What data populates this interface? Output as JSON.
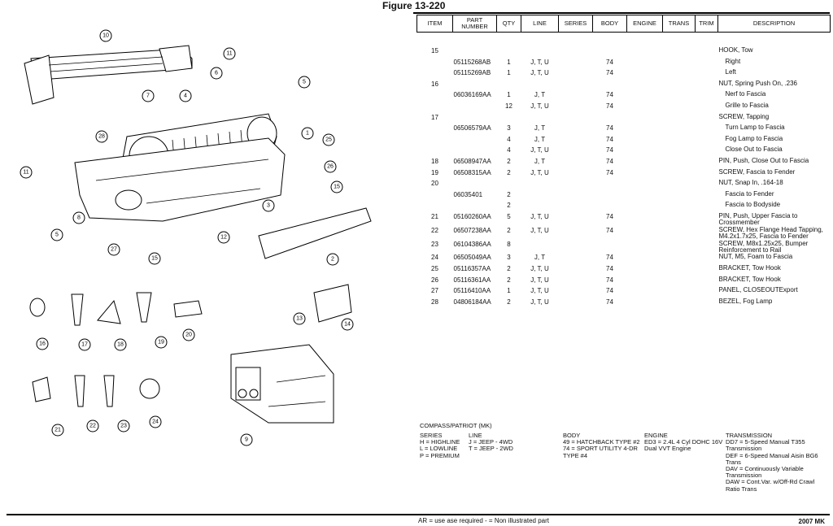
{
  "figure_title": "Figure 13-220",
  "table": {
    "headers": [
      "ITEM",
      "PART NUMBER",
      "QTY",
      "LINE",
      "SERIES",
      "BODY",
      "ENGINE",
      "TRANS",
      "TRIM",
      "DESCRIPTION"
    ],
    "rows": [
      {
        "item": "15",
        "part": "",
        "qty": "",
        "line": "",
        "series": "",
        "body": "",
        "desc": "HOOK, Tow",
        "indent": false
      },
      {
        "item": "",
        "part": "05115268AB",
        "qty": "1",
        "line": "J, T, U",
        "series": "",
        "body": "74",
        "desc": "Right",
        "indent": true
      },
      {
        "item": "",
        "part": "05115269AB",
        "qty": "1",
        "line": "J, T, U",
        "series": "",
        "body": "74",
        "desc": "Left",
        "indent": true
      },
      {
        "item": "16",
        "part": "",
        "qty": "",
        "line": "",
        "series": "",
        "body": "",
        "desc": "NUT, Spring Push On, .236",
        "indent": false
      },
      {
        "item": "",
        "part": "06036169AA",
        "qty": "1",
        "line": "J, T",
        "series": "",
        "body": "74",
        "desc": "Nerf to Fascia",
        "indent": true
      },
      {
        "item": "",
        "part": "",
        "qty": "12",
        "line": "J, T, U",
        "series": "",
        "body": "74",
        "desc": "Grille to Fascia",
        "indent": true
      },
      {
        "item": "17",
        "part": "",
        "qty": "",
        "line": "",
        "series": "",
        "body": "",
        "desc": "SCREW, Tapping",
        "indent": false
      },
      {
        "item": "",
        "part": "06506579AA",
        "qty": "3",
        "line": "J, T",
        "series": "",
        "body": "74",
        "desc": "Turn Lamp to Fascia",
        "indent": true
      },
      {
        "item": "",
        "part": "",
        "qty": "4",
        "line": "J, T",
        "series": "",
        "body": "74",
        "desc": "Fog Lamp to Fascia",
        "indent": true
      },
      {
        "item": "",
        "part": "",
        "qty": "4",
        "line": "J, T, U",
        "series": "",
        "body": "74",
        "desc": "Close Out to Fascia",
        "indent": true
      },
      {
        "item": "18",
        "part": "06508947AA",
        "qty": "2",
        "line": "J, T",
        "series": "",
        "body": "74",
        "desc": "PIN, Push, Close Out to Fascia",
        "indent": false
      },
      {
        "item": "19",
        "part": "06508315AA",
        "qty": "2",
        "line": "J, T, U",
        "series": "",
        "body": "74",
        "desc": "SCREW, Fascia to Fender",
        "indent": false
      },
      {
        "item": "20",
        "part": "",
        "qty": "",
        "line": "",
        "series": "",
        "body": "",
        "desc": "NUT, Snap In, .164-18",
        "indent": false
      },
      {
        "item": "",
        "part": "06035401",
        "qty": "2",
        "line": "",
        "series": "",
        "body": "",
        "desc": "Fascia to Fender",
        "indent": true
      },
      {
        "item": "",
        "part": "",
        "qty": "2",
        "line": "",
        "series": "",
        "body": "",
        "desc": "Fascia to Bodyside",
        "indent": true
      },
      {
        "item": "21",
        "part": "05160260AA",
        "qty": "5",
        "line": "J, T, U",
        "series": "",
        "body": "74",
        "desc": "PIN, Push, Upper Fascia to Crossmember",
        "indent": false
      },
      {
        "item": "22",
        "part": "06507238AA",
        "qty": "2",
        "line": "J, T, U",
        "series": "",
        "body": "74",
        "desc": "SCREW, Hex Flange Head Tapping, M4.2x1.7x25, Fascia to Fender",
        "indent": false
      },
      {
        "item": "23",
        "part": "06104386AA",
        "qty": "8",
        "line": "",
        "series": "",
        "body": "",
        "desc": "SCREW, M8x1.25x25, Bumper Reinforcement to Rail",
        "indent": false
      },
      {
        "item": "24",
        "part": "06505049AA",
        "qty": "3",
        "line": "J, T",
        "series": "",
        "body": "74",
        "desc": "NUT, M5, Foam to Fascia",
        "indent": false
      },
      {
        "item": "25",
        "part": "05116357AA",
        "qty": "2",
        "line": "J, T, U",
        "series": "",
        "body": "74",
        "desc": "BRACKET, Tow Hook",
        "indent": false
      },
      {
        "item": "26",
        "part": "05116361AA",
        "qty": "2",
        "line": "J, T, U",
        "series": "",
        "body": "74",
        "desc": "BRACKET, Tow Hook",
        "indent": false
      },
      {
        "item": "27",
        "part": "05116410AA",
        "qty": "1",
        "line": "J, T, U",
        "series": "",
        "body": "74",
        "desc": "PANEL, CLOSEOUTExport",
        "indent": false
      },
      {
        "item": "28",
        "part": "04806184AA",
        "qty": "2",
        "line": "J, T, U",
        "series": "",
        "body": "74",
        "desc": "BEZEL, Fog Lamp",
        "indent": false
      }
    ]
  },
  "legend": {
    "title": "COMPASS/PATRIOT (MK)",
    "series_head": "SERIES",
    "series": [
      "H = HIGHLINE",
      "L = LOWLINE",
      "P = PREMIUM"
    ],
    "line_head": "LINE",
    "line": [
      "J = JEEP - 4WD",
      "T = JEEP - 2WD"
    ],
    "body_head": "BODY",
    "body": [
      "49 = HATCHBACK TYPE #2",
      "74 = SPORT UTILITY 4-DR",
      "TYPE #4"
    ],
    "engine_head": "ENGINE",
    "engine": [
      "ED3 = 2.4L 4 Cyl DOHC 16V",
      "Dual VVT Engine"
    ],
    "trans_head": "TRANSMISSION",
    "trans": [
      "DD7 = 5-Speed Manual T355",
      "Transmission",
      "DEF = 6-Speed Manual Aisin BG6",
      "Trans",
      "DAV = Continuously Variable",
      "Transmission",
      "DAW = Cont.Var. w/Off-Rd Crawl",
      "Ratio Trans"
    ]
  },
  "footer": {
    "left": "AR = use ase required   - = Non illustrated part",
    "right": "2007 MK"
  },
  "callouts": [
    "10",
    "11",
    "6",
    "5",
    "7",
    "4",
    "28",
    "1",
    "25",
    "11",
    "26",
    "8",
    "5",
    "15",
    "3",
    "27",
    "12",
    "15",
    "2",
    "16",
    "17",
    "18",
    "19",
    "20",
    "13",
    "14",
    "21",
    "22",
    "23",
    "24",
    "9"
  ]
}
